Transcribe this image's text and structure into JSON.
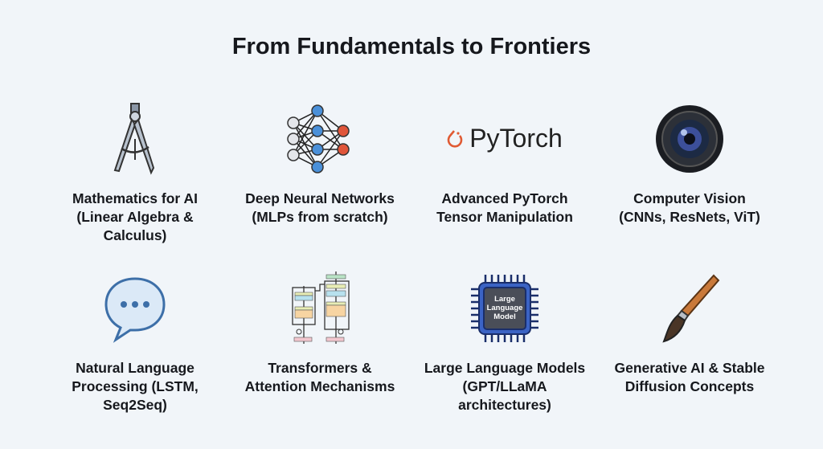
{
  "title": "From Fundamentals to Frontiers",
  "items": [
    {
      "icon": "compass-icon",
      "lines": [
        "Mathematics for AI",
        "(Linear Algebra &",
        "Calculus)"
      ]
    },
    {
      "icon": "neural-network-icon",
      "lines": [
        "Deep Neural Networks",
        "(MLPs from scratch)"
      ]
    },
    {
      "icon": "pytorch-logo",
      "logo_text": "PyTorch",
      "lines": [
        "Advanced PyTorch",
        "Tensor Manipulation"
      ]
    },
    {
      "icon": "camera-lens-icon",
      "lines": [
        "Computer Vision",
        "(CNNs, ResNets, ViT)"
      ]
    },
    {
      "icon": "speech-bubble-icon",
      "lines": [
        "Natural Language",
        "Processing (LSTM,",
        "Seq2Seq)"
      ]
    },
    {
      "icon": "transformer-diagram-icon",
      "lines": [
        "Transformers &",
        "Attention Mechanisms"
      ]
    },
    {
      "icon": "chip-icon",
      "chip_text": [
        "Large",
        "Language",
        "Model"
      ],
      "lines": [
        "Large Language Models",
        "(GPT/LLaMA",
        "architectures)"
      ]
    },
    {
      "icon": "paintbrush-icon",
      "lines": [
        "Generative AI & Stable",
        "Diffusion Concepts"
      ]
    }
  ],
  "colors": {
    "accent_blue": "#4a90d9",
    "accent_orange": "#e0553a",
    "pytorch": "#e05a33"
  }
}
